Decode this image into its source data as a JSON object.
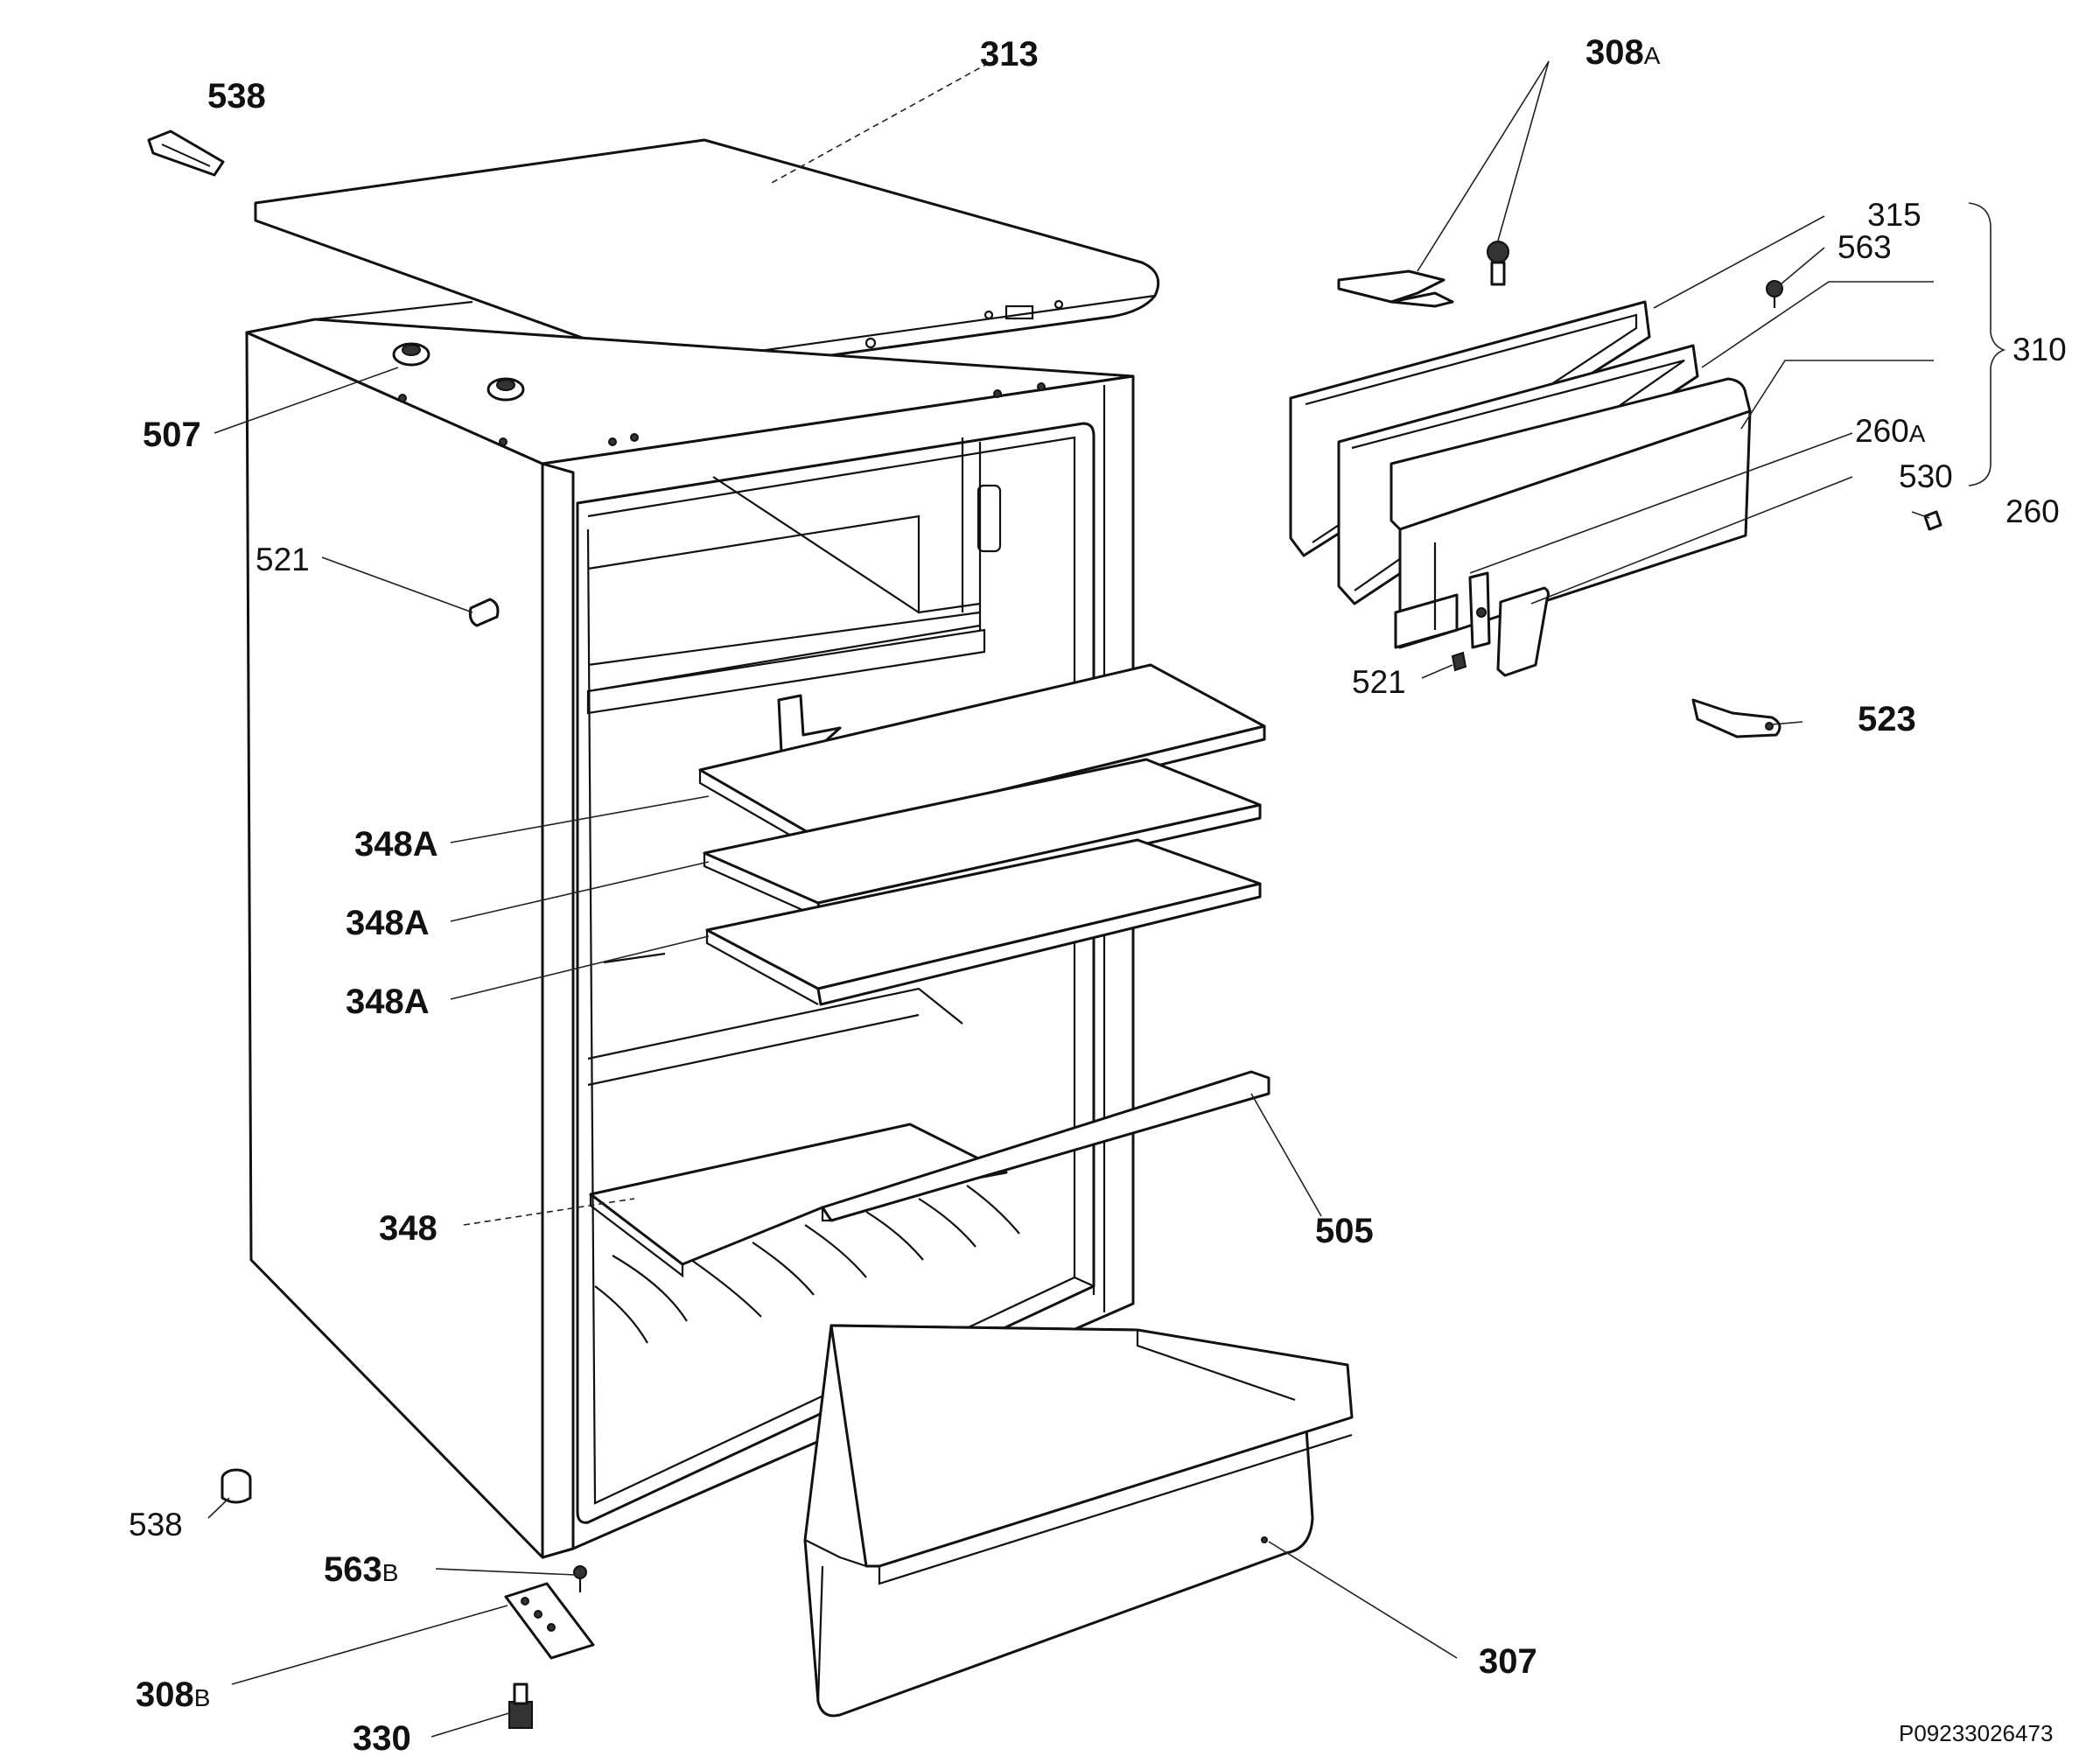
{
  "labels": {
    "l313": "313",
    "l308a": "308",
    "l308a_suffix": "A",
    "l538_top": "538",
    "l507": "507",
    "l521_left": "521",
    "l315": "315",
    "l563": "563",
    "l310": "310",
    "l260a": "260",
    "l260a_suffix": "A",
    "l530": "530",
    "l260": "260",
    "l521_right": "521",
    "l523": "523",
    "l348a_1": "348A",
    "l348a_2": "348A",
    "l348a_3": "348A",
    "l348": "348",
    "l505": "505",
    "l538_bottom": "538",
    "l563b": "563",
    "l563b_suffix": "B",
    "l308b": "308",
    "l308b_suffix": "B",
    "l330": "330",
    "l307": "307"
  },
  "reference": "P09233026473"
}
